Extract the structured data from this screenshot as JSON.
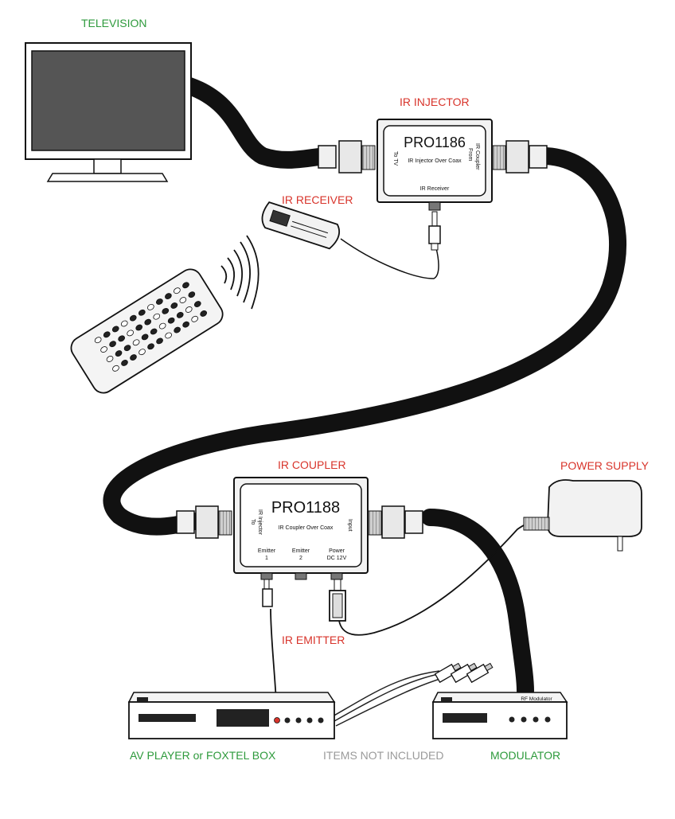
{
  "labels": {
    "television": "TELEVISION",
    "ir_injector": "IR INJECTOR",
    "ir_receiver": "IR RECEIVER",
    "ir_coupler": "IR COUPLER",
    "power_supply": "POWER SUPPLY",
    "ir_emitter": "IR EMITTER",
    "av_player": "AV PLAYER or FOXTEL BOX",
    "items_not_included": "ITEMS NOT INCLUDED",
    "modulator": "MODULATOR"
  },
  "injector": {
    "model": "PRO1186",
    "subtitle": "IR Injector Over Coax",
    "port_left_line1": "To TV",
    "port_right_line1": "From",
    "port_right_line2": "IR Coupler",
    "port_bottom": "IR Receiver"
  },
  "coupler": {
    "model": "PRO1188",
    "subtitle": "IR Coupler Over Coax",
    "port_left_line1": "To",
    "port_left_line2": "IR Injector",
    "port_right": "Input",
    "emitter1_line1": "Emitter",
    "emitter1_line2": "1",
    "emitter2_line1": "Emitter",
    "emitter2_line2": "2",
    "power_line1": "Power",
    "power_line2": "DC 12V"
  },
  "modulator_box": {
    "label": "RF Modulator"
  },
  "colors": {
    "green": "#2e9a3c",
    "red": "#d8342b",
    "gray": "#9a9a9a",
    "cable": "#1a1a1a",
    "box_fill": "#e6e6e6"
  }
}
